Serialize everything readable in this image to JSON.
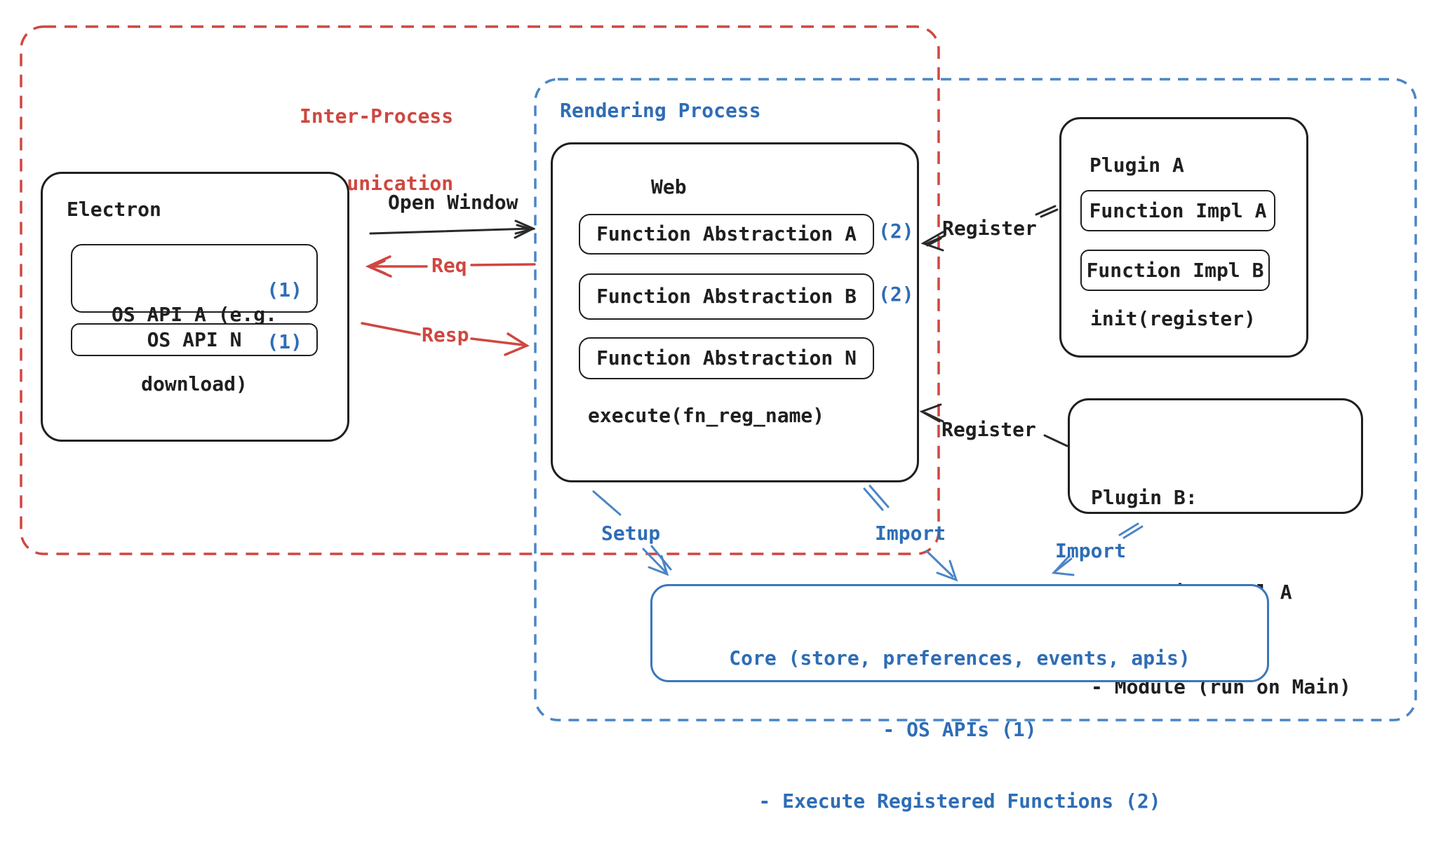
{
  "ipc_region": {
    "label_line1": "Inter-Process",
    "label_line2": "Communication"
  },
  "rendering_region": {
    "label": "Rendering Process"
  },
  "electron": {
    "title": "Electron",
    "os_api_a": {
      "line1": "OS API A (e.g.",
      "line2": "download)",
      "badge": "(1)"
    },
    "os_api_n": {
      "label": "OS API N",
      "badge": "(1)"
    }
  },
  "web": {
    "title": "Web",
    "fn_a": {
      "label": "Function Abstraction A",
      "badge": "(2)"
    },
    "fn_b": {
      "label": "Function Abstraction B",
      "badge": "(2)"
    },
    "fn_n": {
      "label": "Function Abstraction N"
    },
    "execute": "execute(fn_reg_name)"
  },
  "plugin_a": {
    "title": "Plugin A",
    "impl_a": "Function Impl A",
    "impl_b": "Function Impl B",
    "init": "init(register)"
  },
  "plugin_b": {
    "line1": "Plugin B:",
    "line2": "- Function Impl A",
    "line3": "- Module (run on Main)"
  },
  "core": {
    "line1": "Core (store, preferences, events, apis)",
    "line2": "- OS APIs (1)",
    "line3": "- Execute Registered Functions (2)"
  },
  "arrows": {
    "open_window": "Open Window",
    "req": "Req",
    "resp": "Resp",
    "register_a": "Register",
    "register_b": "Register",
    "setup": "Setup",
    "import_web": "Import",
    "import_plugin": "Import"
  },
  "colors": {
    "red": "#cf4740",
    "blue_text": "#2e6db6",
    "blue_stroke": "#4a85c7",
    "ink": "#1f1f1f"
  }
}
